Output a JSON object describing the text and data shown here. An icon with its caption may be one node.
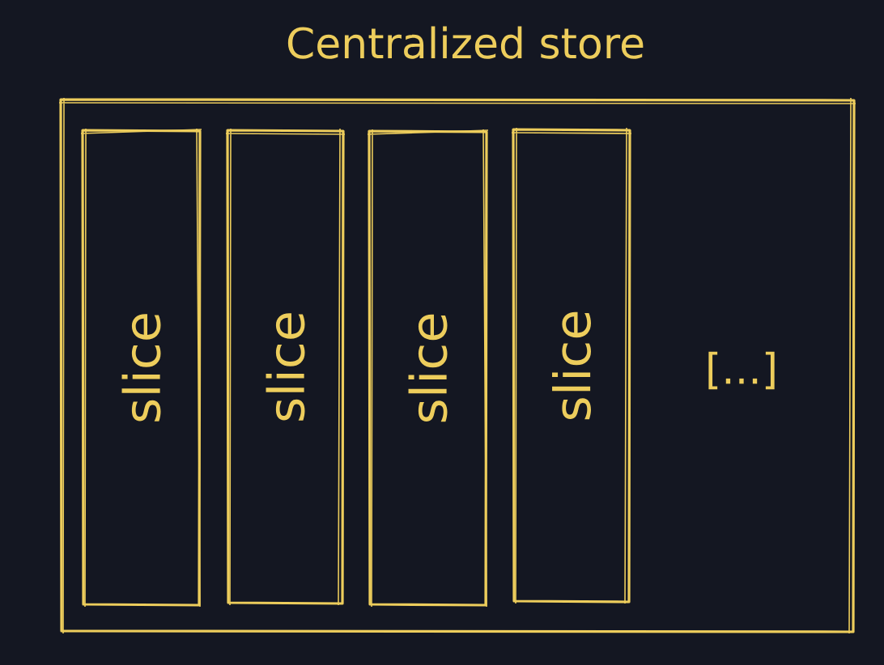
{
  "diagram": {
    "nodes": [
      {
        "text": [
          "Centralized store"
        ]
      },
      {
        "text": [
          "slice"
        ],
        "in": 0
      },
      {
        "text": [
          "slice"
        ],
        "in": 0
      },
      {
        "text": [
          "slice"
        ],
        "in": 0
      },
      {
        "text": [
          "slice"
        ],
        "in": 0
      }
    ],
    "labels": [
      "[...]"
    ]
  }
}
